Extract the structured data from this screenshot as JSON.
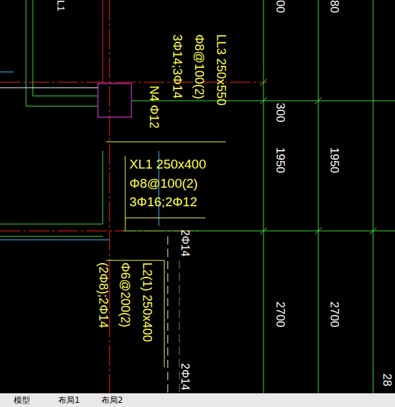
{
  "diagram": {
    "labels": [
      "L1",
      "00",
      "80",
      "LL3 250x550",
      "Φ8@100(2)",
      "3Φ14;3Φ14",
      "N4 Φ12",
      "300",
      "1950",
      "1950",
      "XL1  250x400",
      "Φ8@100(2)",
      "3Φ16;2Φ12",
      "2Φ14",
      "L2(1) 250x400",
      "Φ6@200(2)",
      "(2Φ8);2Φ14",
      "2700",
      "2700",
      "2Φ14",
      "28",
      "模型",
      "布局1",
      "布局2"
    ]
  }
}
